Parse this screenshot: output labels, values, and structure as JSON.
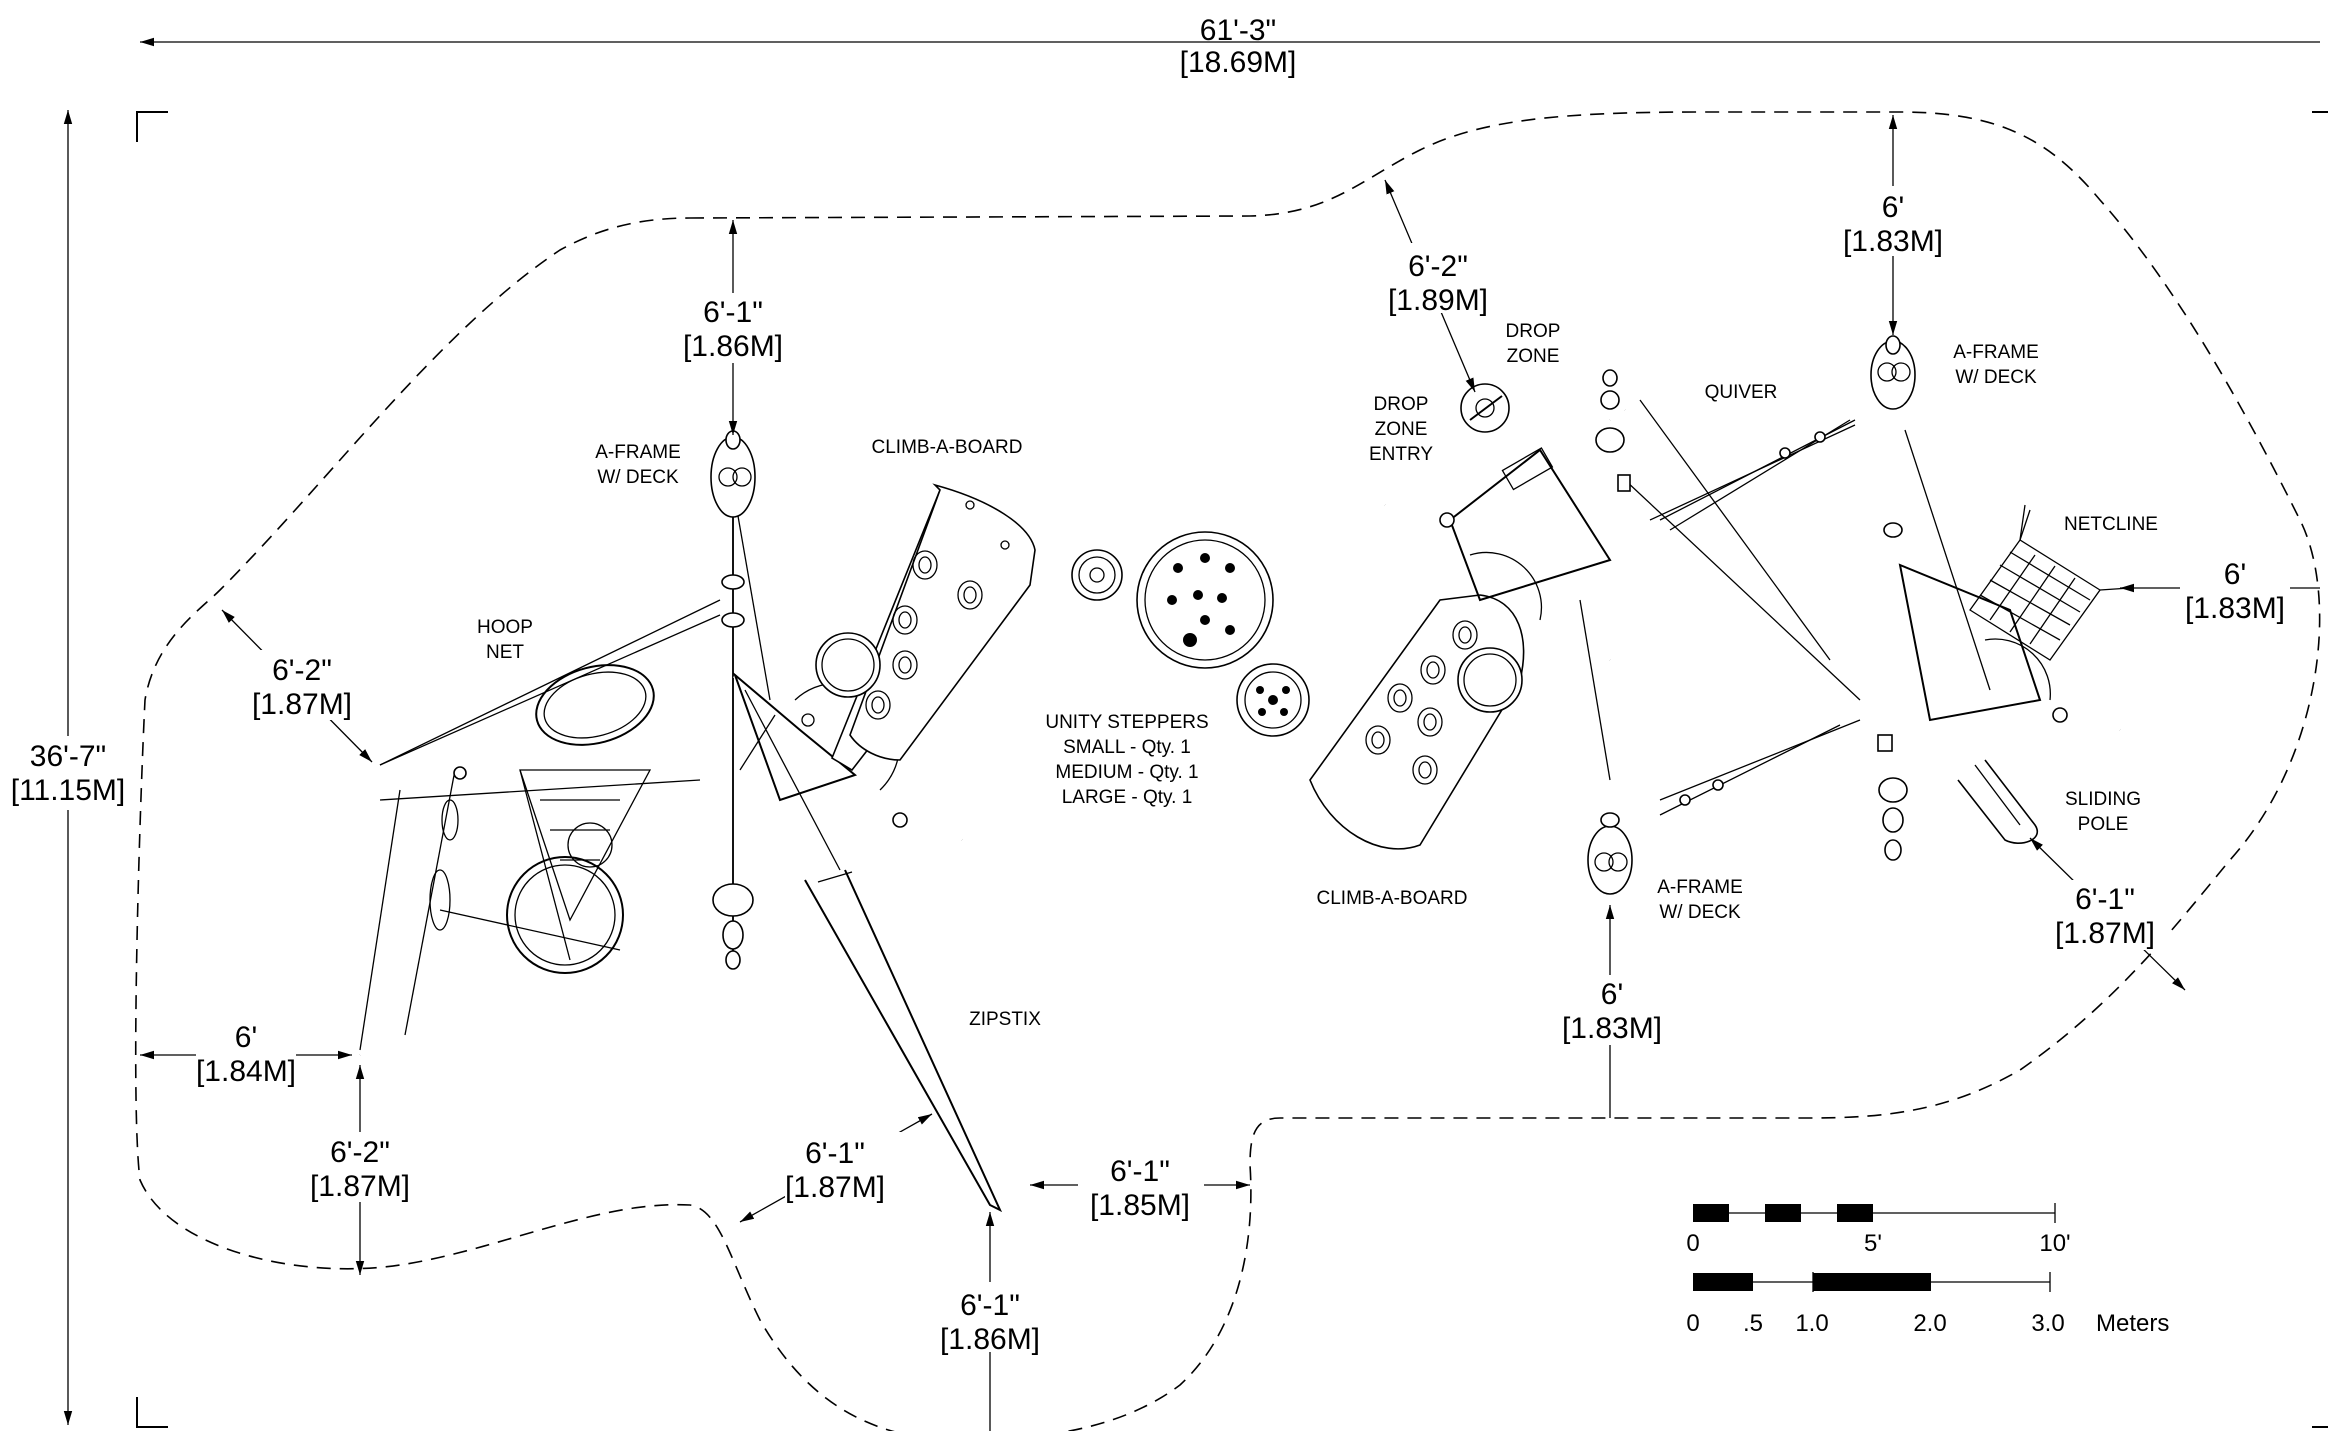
{
  "overall": {
    "width_ft": "61'-3\"",
    "width_m": "[18.69M]",
    "height_ft": "36'-7\"",
    "height_m": "[11.15M]"
  },
  "dimensions": [
    {
      "id": "d1",
      "ft": "6'-1\"",
      "m": "[1.86M]"
    },
    {
      "id": "d2",
      "ft": "6'-2\"",
      "m": "[1.87M]"
    },
    {
      "id": "d3",
      "ft": "6'",
      "m": "[1.84M]"
    },
    {
      "id": "d4",
      "ft": "6'-2\"",
      "m": "[1.87M]"
    },
    {
      "id": "d5",
      "ft": "6'-1\"",
      "m": "[1.87M]"
    },
    {
      "id": "d6",
      "ft": "6'-1\"",
      "m": "[1.86M]"
    },
    {
      "id": "d7",
      "ft": "6'-1\"",
      "m": "[1.85M]"
    },
    {
      "id": "d8",
      "ft": "6'-2\"",
      "m": "[1.89M]"
    },
    {
      "id": "d9",
      "ft": "6'",
      "m": "[1.83M]"
    },
    {
      "id": "d10",
      "ft": "6'",
      "m": "[1.83M]"
    },
    {
      "id": "d11",
      "ft": "6'-1\"",
      "m": "[1.87M]"
    },
    {
      "id": "d12",
      "ft": "6'",
      "m": "[1.83M]"
    }
  ],
  "labels": {
    "aframe_left": [
      "A-FRAME",
      "W/ DECK"
    ],
    "climb_board_top": "CLIMB-A-BOARD",
    "hoop_net": [
      "HOOP",
      "NET"
    ],
    "unity_steppers": [
      "UNITY STEPPERS",
      "SMALL - Qty. 1",
      "MEDIUM - Qty. 1",
      "LARGE - Qty. 1"
    ],
    "zipstix": "ZIPSTIX",
    "climb_board_bottom": "CLIMB-A-BOARD",
    "drop_zone": [
      "DROP",
      "ZONE"
    ],
    "drop_zone_entry": [
      "DROP",
      "ZONE",
      "ENTRY"
    ],
    "quiver": "QUIVER",
    "aframe_right_top": [
      "A-FRAME",
      "W/ DECK"
    ],
    "aframe_right_bottom": [
      "A-FRAME",
      "W/ DECK"
    ],
    "netcline": "NETCLINE",
    "sliding_pole": [
      "SLIDING",
      "POLE"
    ]
  },
  "scale": {
    "imperial": [
      "0",
      "5'",
      "10'"
    ],
    "metric": [
      "0",
      ".5",
      "1.0",
      "2.0",
      "3.0"
    ],
    "unit": "Meters"
  }
}
